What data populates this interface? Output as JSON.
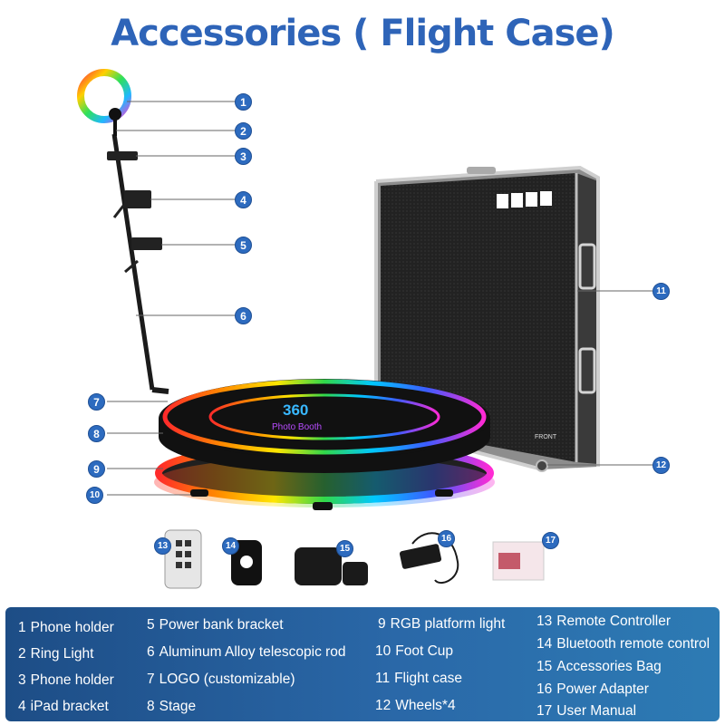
{
  "title": "Accessories ( Flight Case)",
  "case_label": "FRONT",
  "stage_logo": {
    "mark": "360",
    "text": "Photo Booth"
  },
  "callouts": [
    "1",
    "2",
    "3",
    "4",
    "5",
    "6",
    "7",
    "8",
    "9",
    "10",
    "11",
    "12",
    "13",
    "14",
    "15",
    "16",
    "17"
  ],
  "legend": [
    {
      "num": "1",
      "label": "Phone holder"
    },
    {
      "num": "2",
      "label": "Ring Light"
    },
    {
      "num": "3",
      "label": "Phone holder"
    },
    {
      "num": "4",
      "label": "iPad bracket"
    },
    {
      "num": "5",
      "label": "Power bank bracket"
    },
    {
      "num": "6",
      "label": "Aluminum Alloy telescopic rod"
    },
    {
      "num": "7",
      "label": "LOGO (customizable)"
    },
    {
      "num": "8",
      "label": "Stage"
    },
    {
      "num": "9",
      "label": "RGB platform light"
    },
    {
      "num": "10",
      "label": "Foot Cup"
    },
    {
      "num": "11",
      "label": "Flight case"
    },
    {
      "num": "12",
      "label": "Wheels*4"
    },
    {
      "num": "13",
      "label": "Remote Controller"
    },
    {
      "num": "14",
      "label": "Bluetooth remote control"
    },
    {
      "num": "15",
      "label": "Accessories Bag"
    },
    {
      "num": "16",
      "label": "Power Adapter"
    },
    {
      "num": "17",
      "label": "User Manual"
    }
  ],
  "colors": {
    "title": "#2e64b8",
    "badge": "#2d6bbf",
    "legend_bg": "#245c9c"
  }
}
